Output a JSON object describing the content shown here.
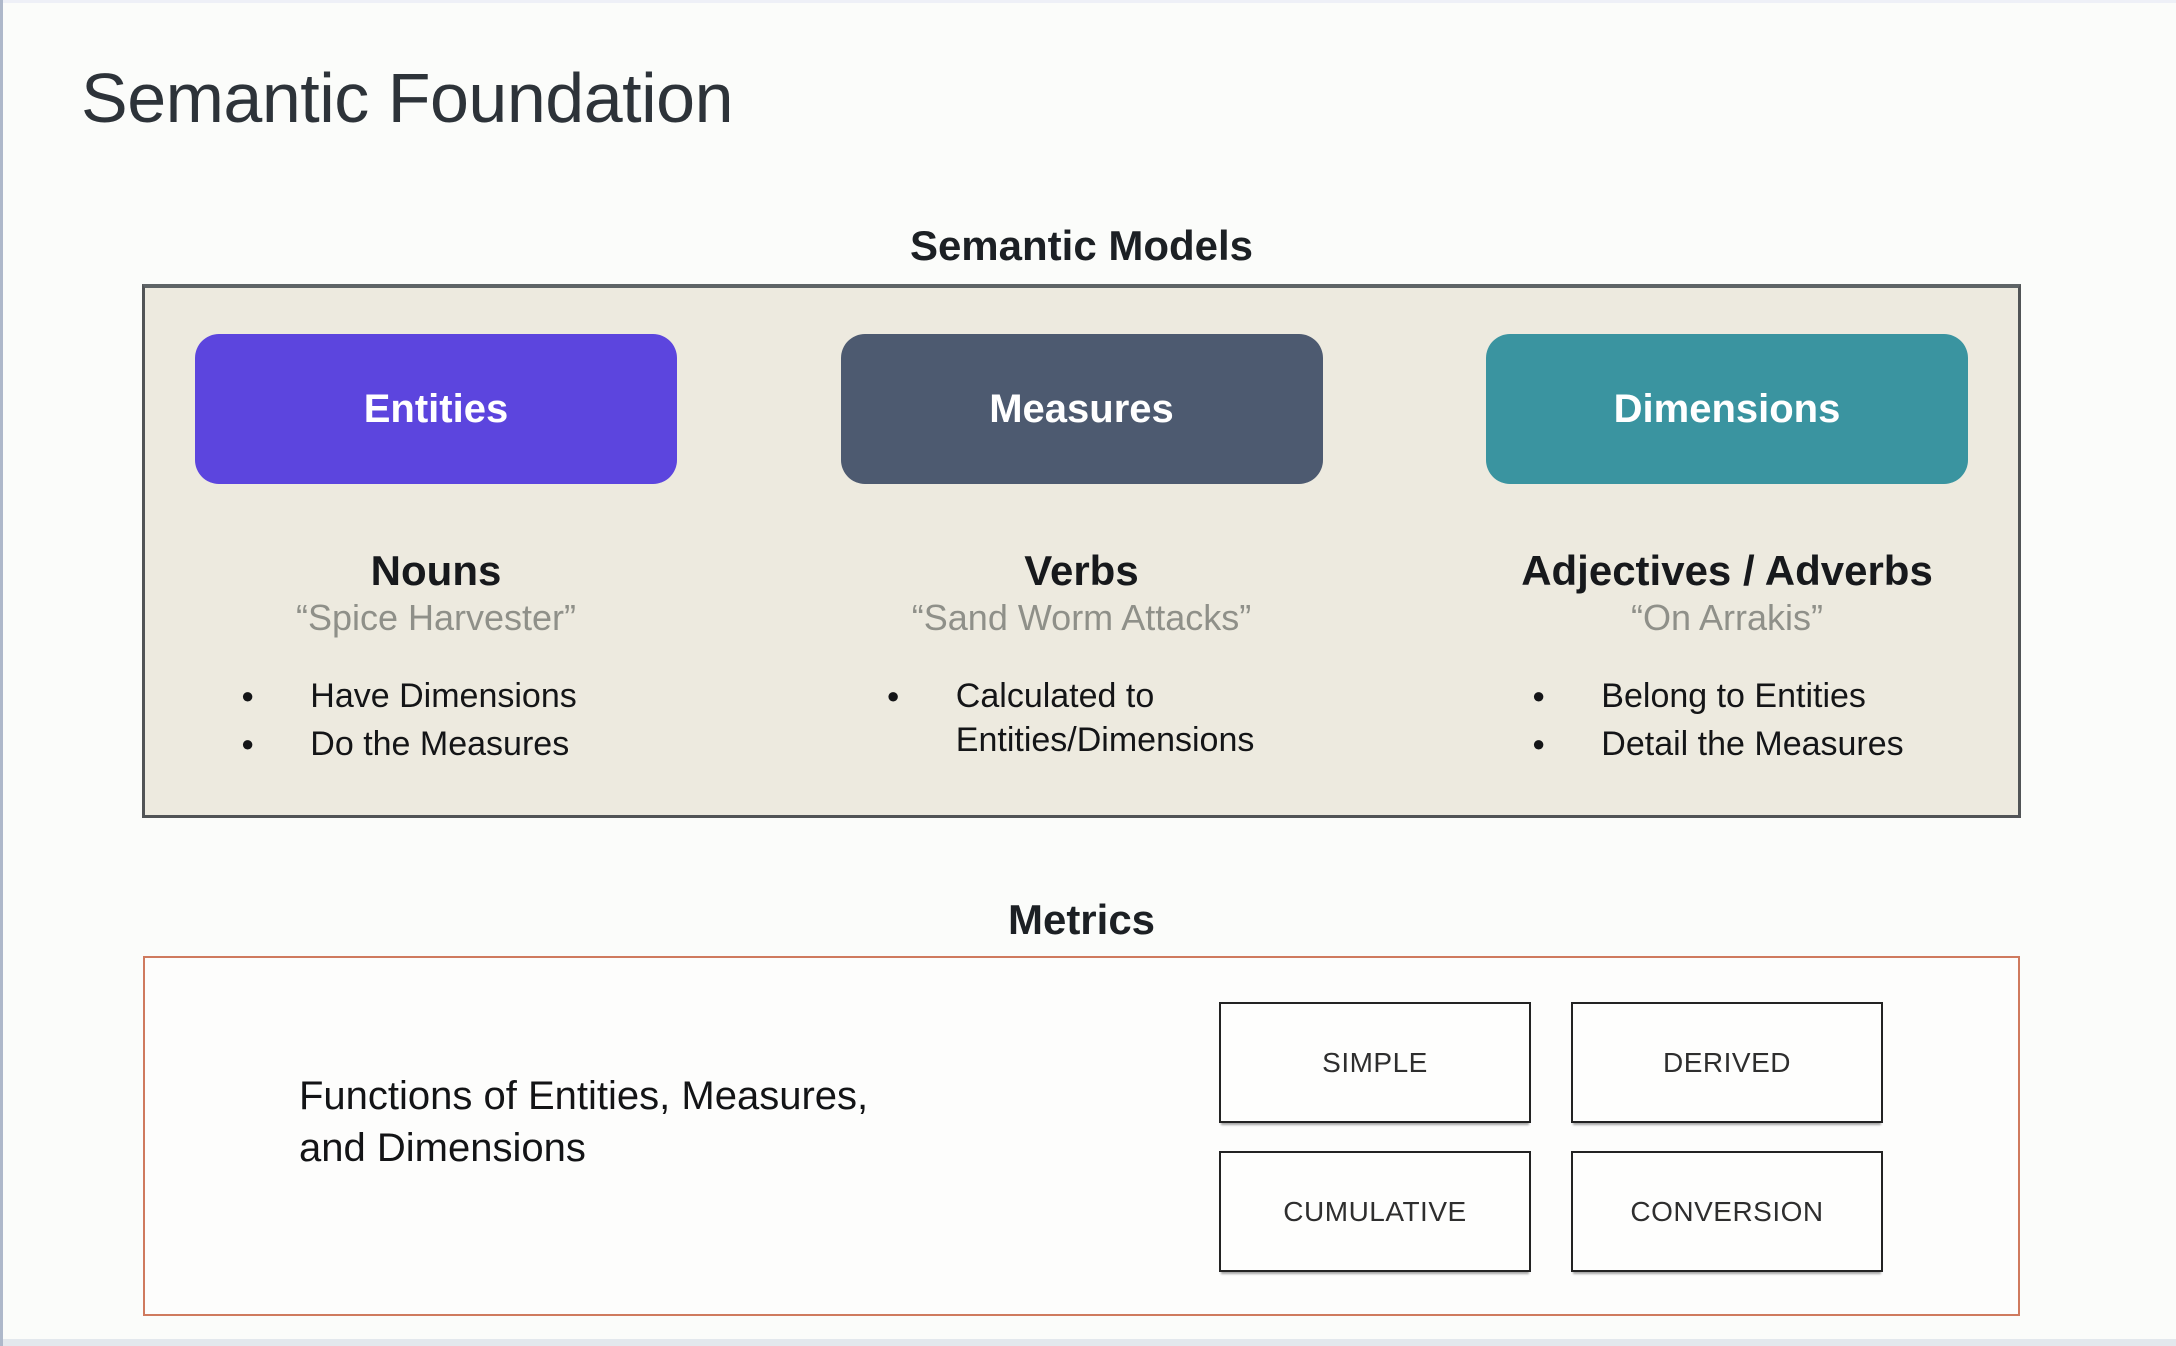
{
  "slide": {
    "title": "Semantic Foundation"
  },
  "models": {
    "heading": "Semantic Models",
    "panel_bg": "#edeadf",
    "panel_border": "#515456",
    "columns": [
      {
        "label": "Entities",
        "color": "#5c45de",
        "heading": "Nouns",
        "quote": "“Spice Harvester”",
        "bullets": [
          "Have Dimensions",
          "Do the Measures"
        ]
      },
      {
        "label": "Measures",
        "color": "#4d5a70",
        "heading": "Verbs",
        "quote": "“Sand Worm Attacks”",
        "bullets": [
          "Calculated to\nEntities/Dimensions"
        ]
      },
      {
        "label": "Dimensions",
        "color": "#3a94a0",
        "heading": "Adjectives / Adverbs",
        "quote": "“On Arrakis”",
        "bullets": [
          "Belong to Entities",
          "Detail the Measures"
        ]
      }
    ]
  },
  "metrics": {
    "heading": "Metrics",
    "panel_border": "#cf7a5e",
    "description": "Functions of Entities, Measures,\nand Dimensions",
    "boxes": [
      "SIMPLE",
      "DERIVED",
      "CUMULATIVE",
      "CONVERSION"
    ]
  }
}
